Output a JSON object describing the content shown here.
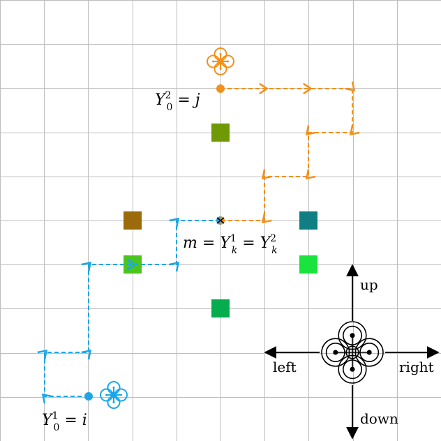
{
  "grid": {
    "cells": 10,
    "line_color": "#bdbdbd"
  },
  "colors": {
    "agent_one": "#1aa7e8",
    "agent_two": "#f39019",
    "meeting": "#000000"
  },
  "agents": [
    {
      "id": "one",
      "color": "#1aa7e8",
      "drone_icon": "drone-icon",
      "start_label": {
        "var": "Y",
        "sup": "1",
        "sub": "0",
        "eq": " = ",
        "val": "i"
      }
    },
    {
      "id": "two",
      "color": "#f39019",
      "drone_icon": "drone-icon",
      "start_label": {
        "var": "Y",
        "sup": "2",
        "sub": "0",
        "eq": " = ",
        "val": "j"
      }
    }
  ],
  "meeting_label": {
    "prefix": "m = ",
    "a_var": "Y",
    "a_sup": "1",
    "a_sub": "k",
    "eq": " = ",
    "b_var": "Y",
    "b_sup": "2",
    "b_sub": "k"
  },
  "targets": [
    {
      "color": "#6f9a06"
    },
    {
      "color": "#9b6a0a"
    },
    {
      "color": "#0f7f83"
    },
    {
      "color": "#4bc41f"
    },
    {
      "color": "#19e33c"
    },
    {
      "color": "#06ad4f"
    }
  ],
  "compass": {
    "up": "up",
    "down": "down",
    "left": "left",
    "right": "right",
    "icon": "drone-icon"
  }
}
